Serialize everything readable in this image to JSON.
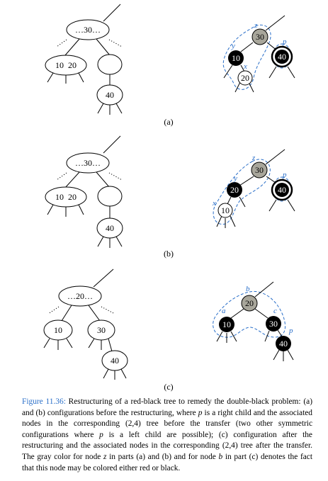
{
  "colors": {
    "accent": "#2a6fc9",
    "gray_node": "#a8a69b",
    "black_node": "#000000",
    "white_node": "#ffffff"
  },
  "part_labels": {
    "a": "(a)",
    "b": "(b)",
    "c": "(c)"
  },
  "part_a": {
    "tree24": {
      "root": "…30…",
      "left": "10  20",
      "right": "",
      "right_child": "40"
    },
    "rb": {
      "z": "30",
      "y": "10",
      "x": "20",
      "p": "40",
      "labels": {
        "z": "z",
        "y": "y",
        "x": "x",
        "p": "p"
      }
    }
  },
  "part_b": {
    "tree24": {
      "root": "…30…",
      "left": "10  20",
      "right": "",
      "right_child": "40"
    },
    "rb": {
      "z": "30",
      "y": "20",
      "x": "10",
      "p": "40",
      "labels": {
        "z": "z",
        "y": "y",
        "x": "x",
        "p": "p"
      }
    }
  },
  "part_c": {
    "tree24": {
      "root": "…20…",
      "left": "10",
      "right": "30",
      "right_child": "40"
    },
    "rb": {
      "b": "20",
      "a": "10",
      "c": "30",
      "p": "40",
      "labels": {
        "a": "a",
        "b": "b",
        "c": "c",
        "p": "p"
      }
    }
  },
  "caption": {
    "label": "Figure 11.36:",
    "segments": [
      "Restructuring of a red-black tree to remedy the double-black problem: (a) and (b) configurations before the restructuring, where ",
      "p",
      " is a right child and the associated nodes in the corresponding (2,4) tree before the transfer (two other symmetric configurations where ",
      "p",
      " is a left child are possible); (c) configuration after the restructuring and the associated nodes in the corresponding (2,4) tree after the transfer. The gray color for node ",
      "z",
      " in parts (a) and (b) and for node ",
      "b",
      " in part (c) denotes the fact that this node may be colored either red or black."
    ]
  }
}
